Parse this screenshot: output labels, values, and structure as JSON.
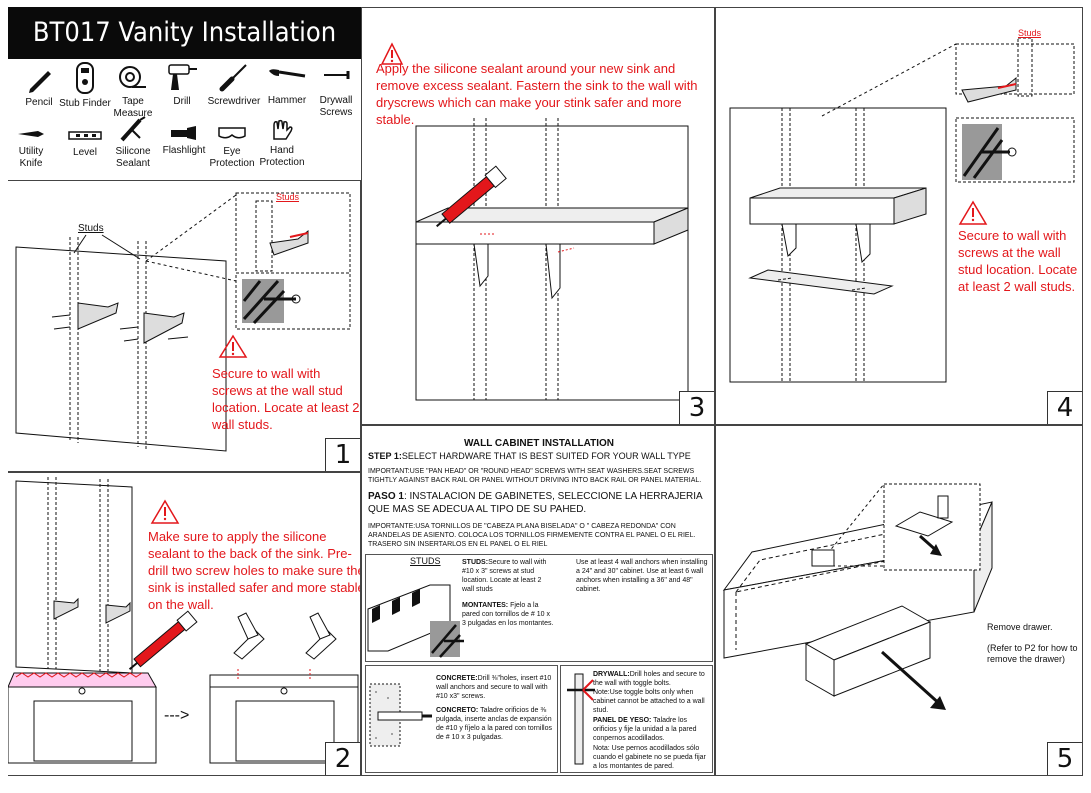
{
  "header": {
    "title": "BT017 Vanity  Installation Guide"
  },
  "tools": [
    {
      "name": "Pencil",
      "icon": "pencil-icon"
    },
    {
      "name": "Stub Finder",
      "icon": "stud-finder-icon"
    },
    {
      "name": "Tape Measure",
      "icon": "tape-measure-icon"
    },
    {
      "name": "Drill",
      "icon": "drill-icon"
    },
    {
      "name": "Screwdriver",
      "icon": "screwdriver-icon"
    },
    {
      "name": "Hammer",
      "icon": "hammer-icon"
    },
    {
      "name": "Drywall Screws",
      "icon": "screw-icon"
    },
    {
      "name": "Utility Knife",
      "icon": "utility-knife-icon"
    },
    {
      "name": "Level",
      "icon": "level-icon"
    },
    {
      "name": "Silicone Sealant",
      "icon": "sealant-gun-icon"
    },
    {
      "name": "Flashlight",
      "icon": "flashlight-icon"
    },
    {
      "name": "Eye Protection",
      "icon": "goggles-icon"
    },
    {
      "name": "Hand Protection",
      "icon": "glove-icon"
    }
  ],
  "step1": {
    "number": "1",
    "studs_label": "Studs",
    "inset_label": "Studs",
    "warning": "Secure to wall with screws at the wall stud location. Locate at least 2 wall studs."
  },
  "step2": {
    "number": "2",
    "warning": "Make sure to apply the silicone sealant to the back of the sink. Pre-drill two screw holes to make sure  the sink is installed safer and more  stable on the wall.",
    "arrow": "--->"
  },
  "step3": {
    "number": "3",
    "warning": "Apply the silicone sealant around your new sink and remove excess sealant. Fastern the sink to the wall with dryscrews which can make your stink safer and more stable."
  },
  "step4": {
    "number": "4",
    "inset_label": "Studs",
    "warning": "Secure to wall with screws at the wall stud location. Locate at least 2 wall studs."
  },
  "cabinet": {
    "heading": "WALL CABINET  INSTALLATION",
    "step1_bold": "STEP 1:",
    "step1_text": "SELECT HARDWARE THAT IS BEST SUITED FOR YOUR WALL TYPE",
    "important_en": "IMPORTANT:USE \"PAN HEAD\" OR \"ROUND HEAD\" SCREWS WITH SEAT WASHERS.SEAT SCREWS TIGHTLY AGAINST BACK RAIL OR PANEL WITHOUT DRIVING INTO BACK RAIL OR PANEL MATERIAL.",
    "paso1_bold": "PASO 1",
    "paso1_text": ": INSTALACION DE GABINETES, SELECCIONE LA HERRAJERIA QUE MAS SE ADECUA AL TIPO DE SU PAHED.",
    "important_es": "IMPORTANTE:USA TORNILLOS DE \"CABEZA PLANA BISELADA\" O \" CABEZA REDONDA\" CON ARANDELAS  DE ASIENTO. COLOCA LOS TORNILLOS FIRMEMENTE CONTRA EL PANEL O EL RIEL. TRASERO SIN INSERTARLOS EN EL PANEL O EL RIEL",
    "studs_tag": "STUDS",
    "studs_bold": "STUDS:",
    "studs_text": "Secure to wall with #10 x 3\" screws at stud location.  Locate at least 2 wall studs",
    "montantes_bold": "MONTANTES:",
    "montantes_text": " Fjelo a la pared con tornillos de # 10 x 3 pulgadas en los montantes.",
    "anchors_note": "Use at least 4 wall anchors when installing a 24\" and 30\" cabinet. Use at least 6 wall anchors when installing a 36\" and 48\" cabinet.",
    "concrete_bold": "CONCRETE:",
    "concrete_text": "Drill ⅜\"holes, insert #10 wall anchors and secure to wall with #10 x3\" screws.",
    "concreto_bold": "CONCRETO:",
    "concreto_text": " Taladre orificios de ⅜ pulgada, inserte anclas de expansión de #10 y fíjelo a la pared con tornillos de # 10 x 3 pulgadas.",
    "drywall_bold": "DRYWALL:",
    "drywall_text": "Drill holes and secure to the wall with toggle bolts.",
    "drywall_note": "Note:Use toggle bolts only when cabinet cannot be attached to a wall stud.",
    "panel_bold": "PANEL DE YESO:",
    "panel_text": " Taladre los orificios y fije la unidad a la pared conpernos acodillados.",
    "nota_text": "Nota: Use pernos acodillados sólo cuando el gabinete no se pueda fijar a los montantes de pared."
  },
  "step5": {
    "number": "5",
    "remove": "Remove drawer.",
    "refer": "(Refer to P2 for how to remove the drawer)"
  },
  "colors": {
    "accent": "#e3171b",
    "ink": "#111111"
  }
}
